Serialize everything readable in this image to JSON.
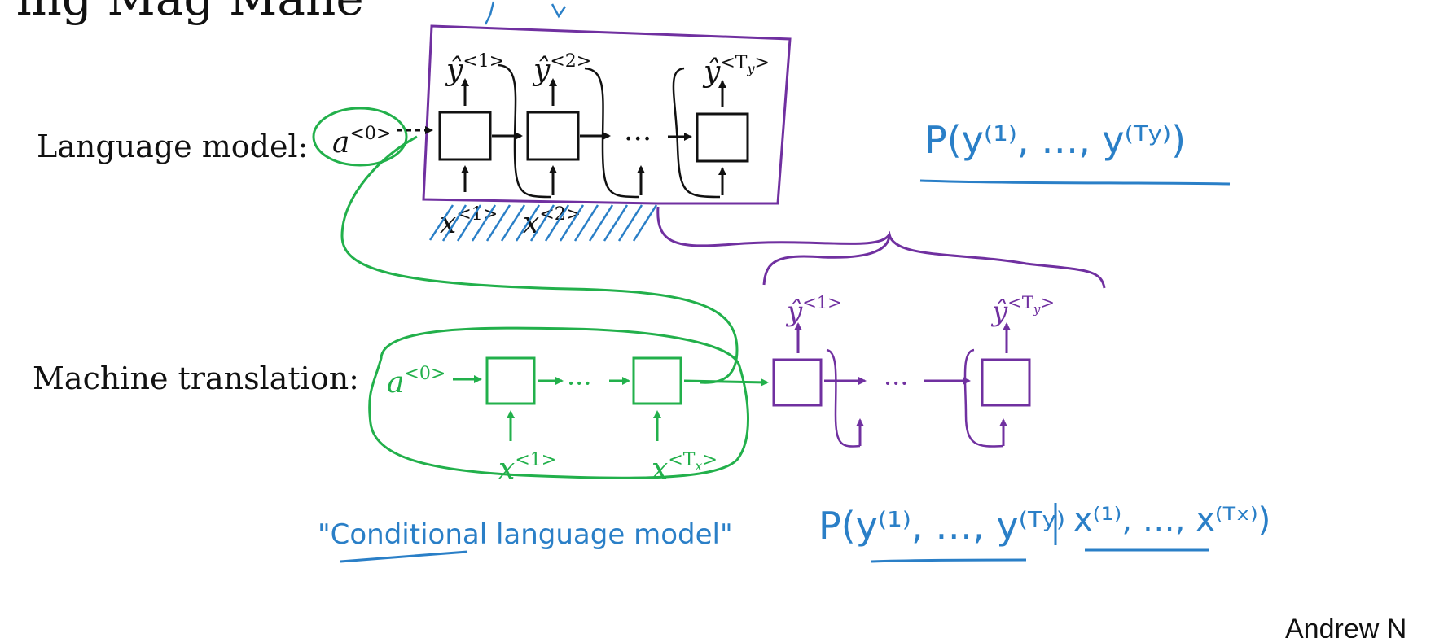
{
  "colors": {
    "black": "#111111",
    "green": "#22b04b",
    "purple": "#7030a0",
    "blue": "#2a7fc7"
  },
  "title_fragment": "ing Mag  Mane",
  "language_model": {
    "label": "Language model:",
    "initial_activation": {
      "base": "a",
      "sup": "<0>"
    },
    "outputs": [
      {
        "base": "ŷ",
        "sup": "<1>"
      },
      {
        "base": "ŷ",
        "sup": "<2>"
      },
      {
        "base": "ŷ",
        "sup": "<T",
        "sub": "y",
        "sup_end": ">"
      }
    ],
    "inputs": [
      {
        "base": "x",
        "sup": "<1>"
      },
      {
        "base": "x",
        "sup": "<2>"
      }
    ],
    "ellipsis": "···"
  },
  "machine_translation": {
    "label": "Machine translation:",
    "encoder_initial": {
      "base": "a",
      "sup": "<0>"
    },
    "encoder_inputs": [
      {
        "base": "x",
        "sup": "<1>"
      },
      {
        "base": "x",
        "sup": "<T",
        "sub": "x",
        "sup_end": ">"
      }
    ],
    "decoder_outputs": [
      {
        "base": "ŷ",
        "sup": "<1>"
      },
      {
        "base": "ŷ",
        "sup": "<T",
        "sub": "y",
        "sup_end": ">"
      }
    ],
    "ellipsis": "···"
  },
  "annotations": {
    "lm_probability": "P(y⁽¹⁾, …, y⁽ᵀʸ⁾)",
    "conditional_label": "\"Conditional language model\"",
    "mt_probability_left": "P(y⁽¹⁾, …, y⁽ᵀʸ⁾",
    "mt_probability_right": "x⁽¹⁾, …, x⁽ᵀˣ⁾)",
    "author_fragment": "Andrew N"
  }
}
